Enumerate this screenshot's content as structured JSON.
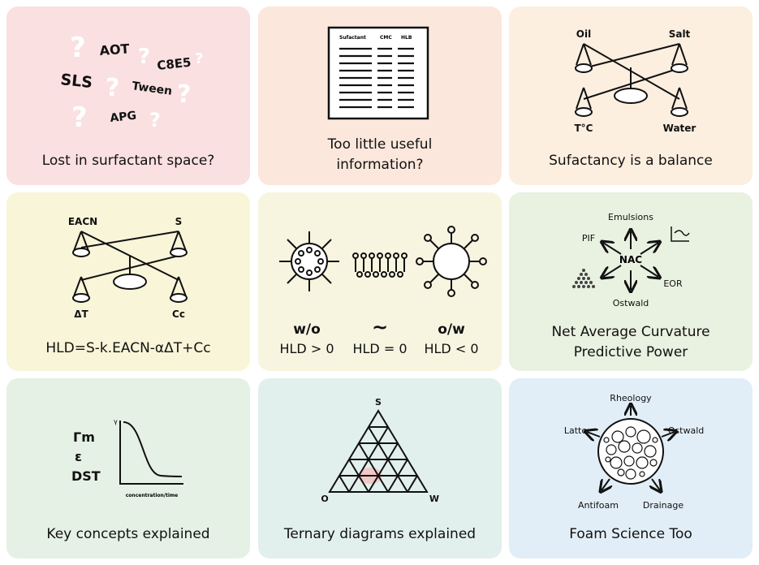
{
  "colors": {
    "pink": "#fae0e0",
    "peach": "#fbe7dc",
    "cream": "#fcefdf",
    "yellow": "#f8f5d8",
    "lightyellow": "#f7f5e0",
    "sage": "#e9f1e1",
    "mint": "#e5f1e5",
    "aqua": "#e1f0ec",
    "blue": "#e2eef7"
  },
  "cards": {
    "c1": {
      "caption": "Lost in surfactant space?",
      "words": [
        "SLS",
        "AOT",
        "C8E5",
        "Tween",
        "APG"
      ],
      "marks": [
        "?",
        "?",
        "?",
        "?",
        "?",
        "?",
        "?"
      ]
    },
    "c2": {
      "caption_line1": "Too little useful",
      "caption_line2": "information?",
      "table_headers": [
        "Sufactant",
        "CMC",
        "HLB"
      ]
    },
    "c3": {
      "caption": "Sufactancy is a balance",
      "labels": [
        "Oil",
        "Salt",
        "T°C",
        "Water"
      ]
    },
    "c4": {
      "caption": "HLD=S-k.EACN-αΔT+Cc",
      "labels": [
        "EACN",
        "S",
        "ΔT",
        "Cc"
      ]
    },
    "c5": {
      "left_top": "w/o",
      "mid_top": "~",
      "right_top": "o/w",
      "left_bot": "HLD > 0",
      "mid_bot": "HLD = 0",
      "right_bot": "HLD < 0"
    },
    "c6": {
      "caption_line1": "Net Average Curvature",
      "caption_line2": "Predictive Power",
      "center": "NAC",
      "labels": [
        "Emulsions",
        "PIF",
        "EOR",
        "Ostwald"
      ]
    },
    "c7": {
      "caption": "Key concepts explained",
      "symbols": [
        "Γm",
        "ε",
        "DST"
      ],
      "y_axis": "γ",
      "x_axis": "concentration/time"
    },
    "c8": {
      "caption": "Ternary diagrams explained",
      "vertices": [
        "S",
        "O",
        "W"
      ]
    },
    "c9": {
      "caption": "Foam Science Too",
      "labels": [
        "Rheology",
        "Latte",
        "Ostwald",
        "Antifoam",
        "Drainage"
      ]
    }
  }
}
